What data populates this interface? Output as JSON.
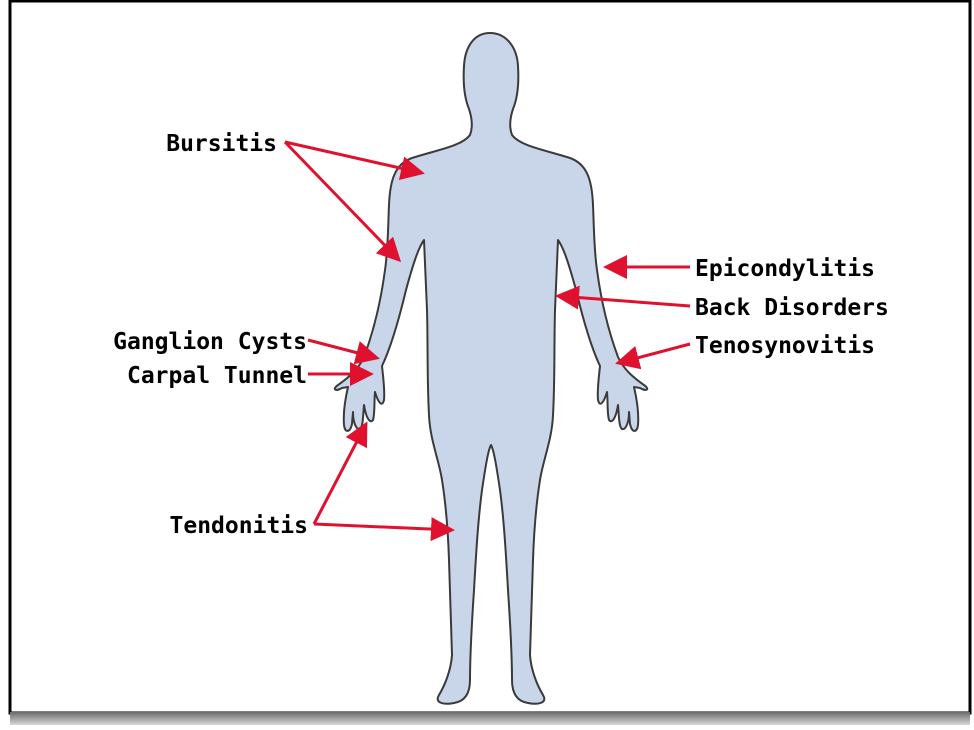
{
  "colors": {
    "body_fill": "#c9d6e9",
    "body_outline": "#3a3a3a",
    "arrow": "#e0112f",
    "frame": "#000000",
    "bottom_shadow": "#8a8a8a"
  },
  "labels": {
    "bursitis": "Bursitis",
    "ganglion_cysts": "Ganglion Cysts",
    "carpal_tunnel": "Carpal Tunnel",
    "tendonitis": "Tendonitis",
    "epicondylitis": "Epicondylitis",
    "back_disorders": "Back Disorders",
    "tenosynovitis": "Tenosynovitis"
  }
}
